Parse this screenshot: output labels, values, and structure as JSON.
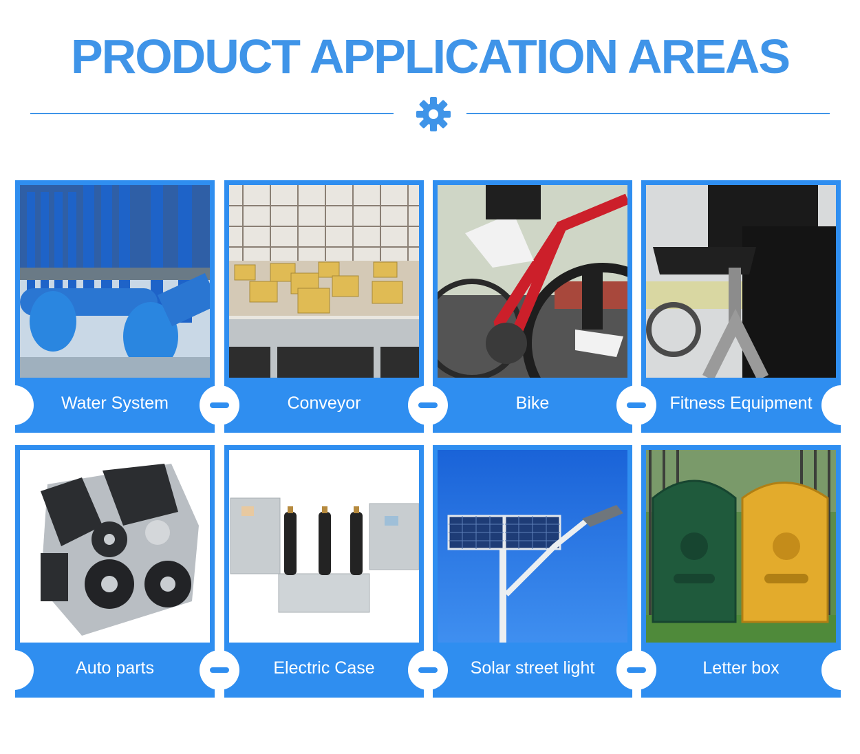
{
  "header": {
    "title": "PRODUCT APPLICATION AREAS",
    "divider_icon": "gear-icon"
  },
  "colors": {
    "accent": "#3f94e8",
    "card": "#2f8ef0",
    "background": "#ffffff"
  },
  "applications": [
    {
      "label": "Water System",
      "icon": "water-pipes-photo"
    },
    {
      "label": "Conveyor",
      "icon": "conveyor-photo"
    },
    {
      "label": "Bike",
      "icon": "bike-photo"
    },
    {
      "label": "Fitness Equipment",
      "icon": "fitness-equipment-photo"
    },
    {
      "label": "Auto parts",
      "icon": "engine-photo"
    },
    {
      "label": "Electric Case",
      "icon": "electric-case-photo"
    },
    {
      "label": "Solar street light",
      "icon": "solar-street-light-photo"
    },
    {
      "label": "Letter box",
      "icon": "letter-box-photo"
    }
  ]
}
